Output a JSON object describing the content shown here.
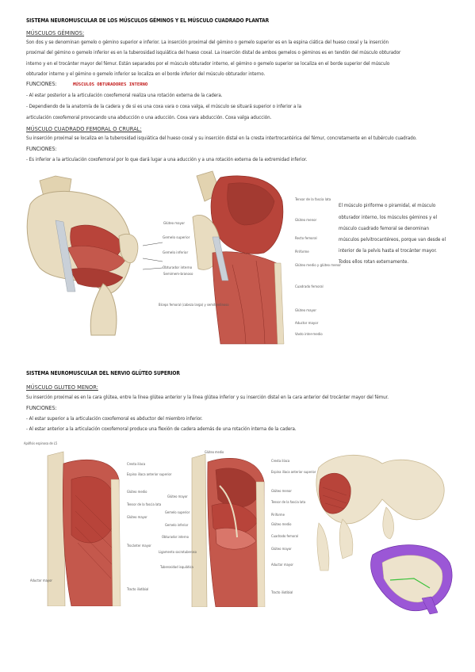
{
  "section1": {
    "title": "SISTEMA NEUROMUSCULAR DE LOS MÚSCULOS GÉMINOS Y EL MÚSCULO CUADRADO PLANTAR",
    "sub1": "MÚSCULOS GÉMINOS:",
    "lines1": [
      "Son dos y se denominan gemelo o gémino superior e inferior. La inserción proximal del gémino o gemelo superior es en la espina ciática del hueso coxal y la inserción",
      "proximal del gémino o gemelo inferior es en la tuberosidad isquiática del hueso coxal. La inserción distal de ambos gemelos o géminos es en tendón del músculo obturador",
      "interno y en el trocánter mayor del fémur. Están separados por el músculo obturador interno, el gémino o gemelo superior se localiza en el borde superior del músculo",
      "obturador interno y el gémino o gemelo inferior se localiza en el borde inferior del músculo obturador interno."
    ],
    "funciones_label": "FUNCIONES:",
    "handwritten_note": "MÚSCULOS OBTURADORES INTERNO",
    "func_lines": [
      "- Al estar posterior a la articulación coxofemoral realiza una rotación externa de la cadera.",
      "- Dependiendo de la anatomía de la cadera y de si es una coxa vara o coxa valga, el músculo se situará superior o inferior a la",
      "articulación coxofemoral provocando una abducción o una aducción. Coxa vara abducción. Coxa valga aducción."
    ],
    "sub2": "MÚSCULO CUADRADO FEMORAL O CRURAL:",
    "cuad_lines": [
      "Su inserción proximal se localiza en la tuberosidad isquiática del hueso coxal y su inserción distal en la cresta intertrocantérica del fémur, concretamente en el tubérculo cuadrado.",
      "FUNCIONES:",
      "- Es inferior a la articulación coxofemoral por lo que dará lugar a una aducción y a una rotación externa de la extremidad inferior."
    ],
    "fig1_labels": [
      "Gemelo superior",
      "Gemelo inferior",
      "Obturador interno"
    ],
    "fig2_left_labels": [
      "Glúteo mayor",
      "Gemelo superior",
      "Gemelo inferior",
      "Obturador interno",
      "Semimem-branoso",
      "Bíceps femoral (cabeza larga) y semitendinoso"
    ],
    "fig2_right_labels": [
      "Tensor de la fascia lata",
      "Glúteo menor",
      "Recto femoral",
      "Piriforme",
      "Glúteo medio y glúteo menor",
      "Cuadrado femoral",
      "Glúteo mayor",
      "Aductor mayor",
      "Vasto inter-medio"
    ],
    "side_text": [
      "El músculo piriforme o piramidal, el músculo",
      "obturador interno, los músculos géminos y el",
      "músculo cuadrado femoral se denominan",
      "músculos pelvitrocantéreos, porque van desde el",
      "interior de la pelvis hasta el trocánter mayor.",
      "Todos ellos rotan externamente."
    ]
  },
  "section2": {
    "title": "SISTEMA NEUROMUSCULAR DEL NERVIO GLÚTEO SUPERIOR",
    "sub": "MÚSCULO GLUTEO MENOR:",
    "lines": [
      "Su inserción proximal es en la cara glútea, entre la línea glútea anterior y la línea glútea inferior y su inserción distal en la cara anterior del trocánter mayor del fémur.",
      "FUNCIONES:",
      "- Al estar superior a la articulación coxofemoral es abductor del miembro inferior.",
      "- Al estar anterior a la articulación coxofemoral produce una flexión de cadera además de una rotación interna de la cadera."
    ],
    "fig3_labels": [
      "Apófisis espinosa de L5",
      "Cresta ilíaca",
      "Espina ilíaca anterior superior",
      "Glúteo medio",
      "Tensor de la fascia lata",
      "Glúteo mayor",
      "Trocánter mayor",
      "Aductor mayor",
      "Tracto iliotibial"
    ],
    "fig4_labels": [
      "Glúteo medio",
      "Cresta ilíaca",
      "Espina ilíaca anterior superior",
      "Glúteo menor",
      "Glúteo mayor",
      "Tensor de la fascia lata",
      "Gemelo superior",
      "Piriforme",
      "Gemelo inferior",
      "Glúteo medio",
      "Obturador interno",
      "Cuadrado femoral",
      "Ligamento sacrotuberoso",
      "Glúteo mayor",
      "Tuberosidad isquiática",
      "Aductor mayor",
      "Tracto iliotibial"
    ]
  },
  "colors": {
    "muscle": "#b8443a",
    "muscle_light": "#d9766a",
    "bone": "#e8dcc0",
    "note": "#c21a1a",
    "cartilage": "#8a3fd1"
  }
}
